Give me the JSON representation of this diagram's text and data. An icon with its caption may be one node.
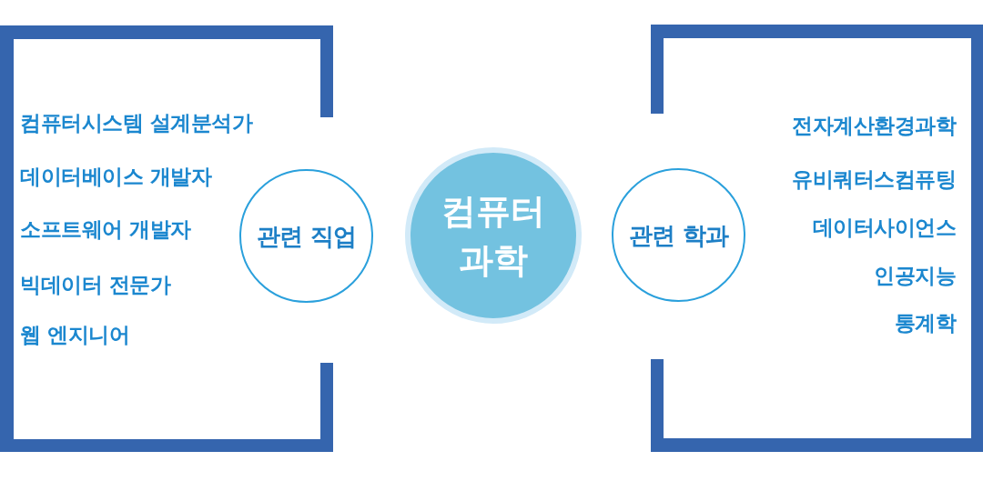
{
  "diagram": {
    "nodes": [
      {
        "text": [
          "컴퓨터시스템 설계분석가",
          "데이터베이스 개발자",
          "소프트웨어 개발자",
          "빅데이터 전문가",
          "웹 엔지니어"
        ]
      },
      {
        "text": [
          "관련 직업"
        ]
      },
      {
        "text": [
          "컴퓨터 과학"
        ]
      },
      {
        "text": [
          "관련 학과"
        ]
      },
      {
        "text": [
          "전자계산환경과학",
          "유비쿼터스컴퓨팅",
          "데이터사이언스",
          "인공지능",
          "통계학"
        ]
      }
    ]
  }
}
